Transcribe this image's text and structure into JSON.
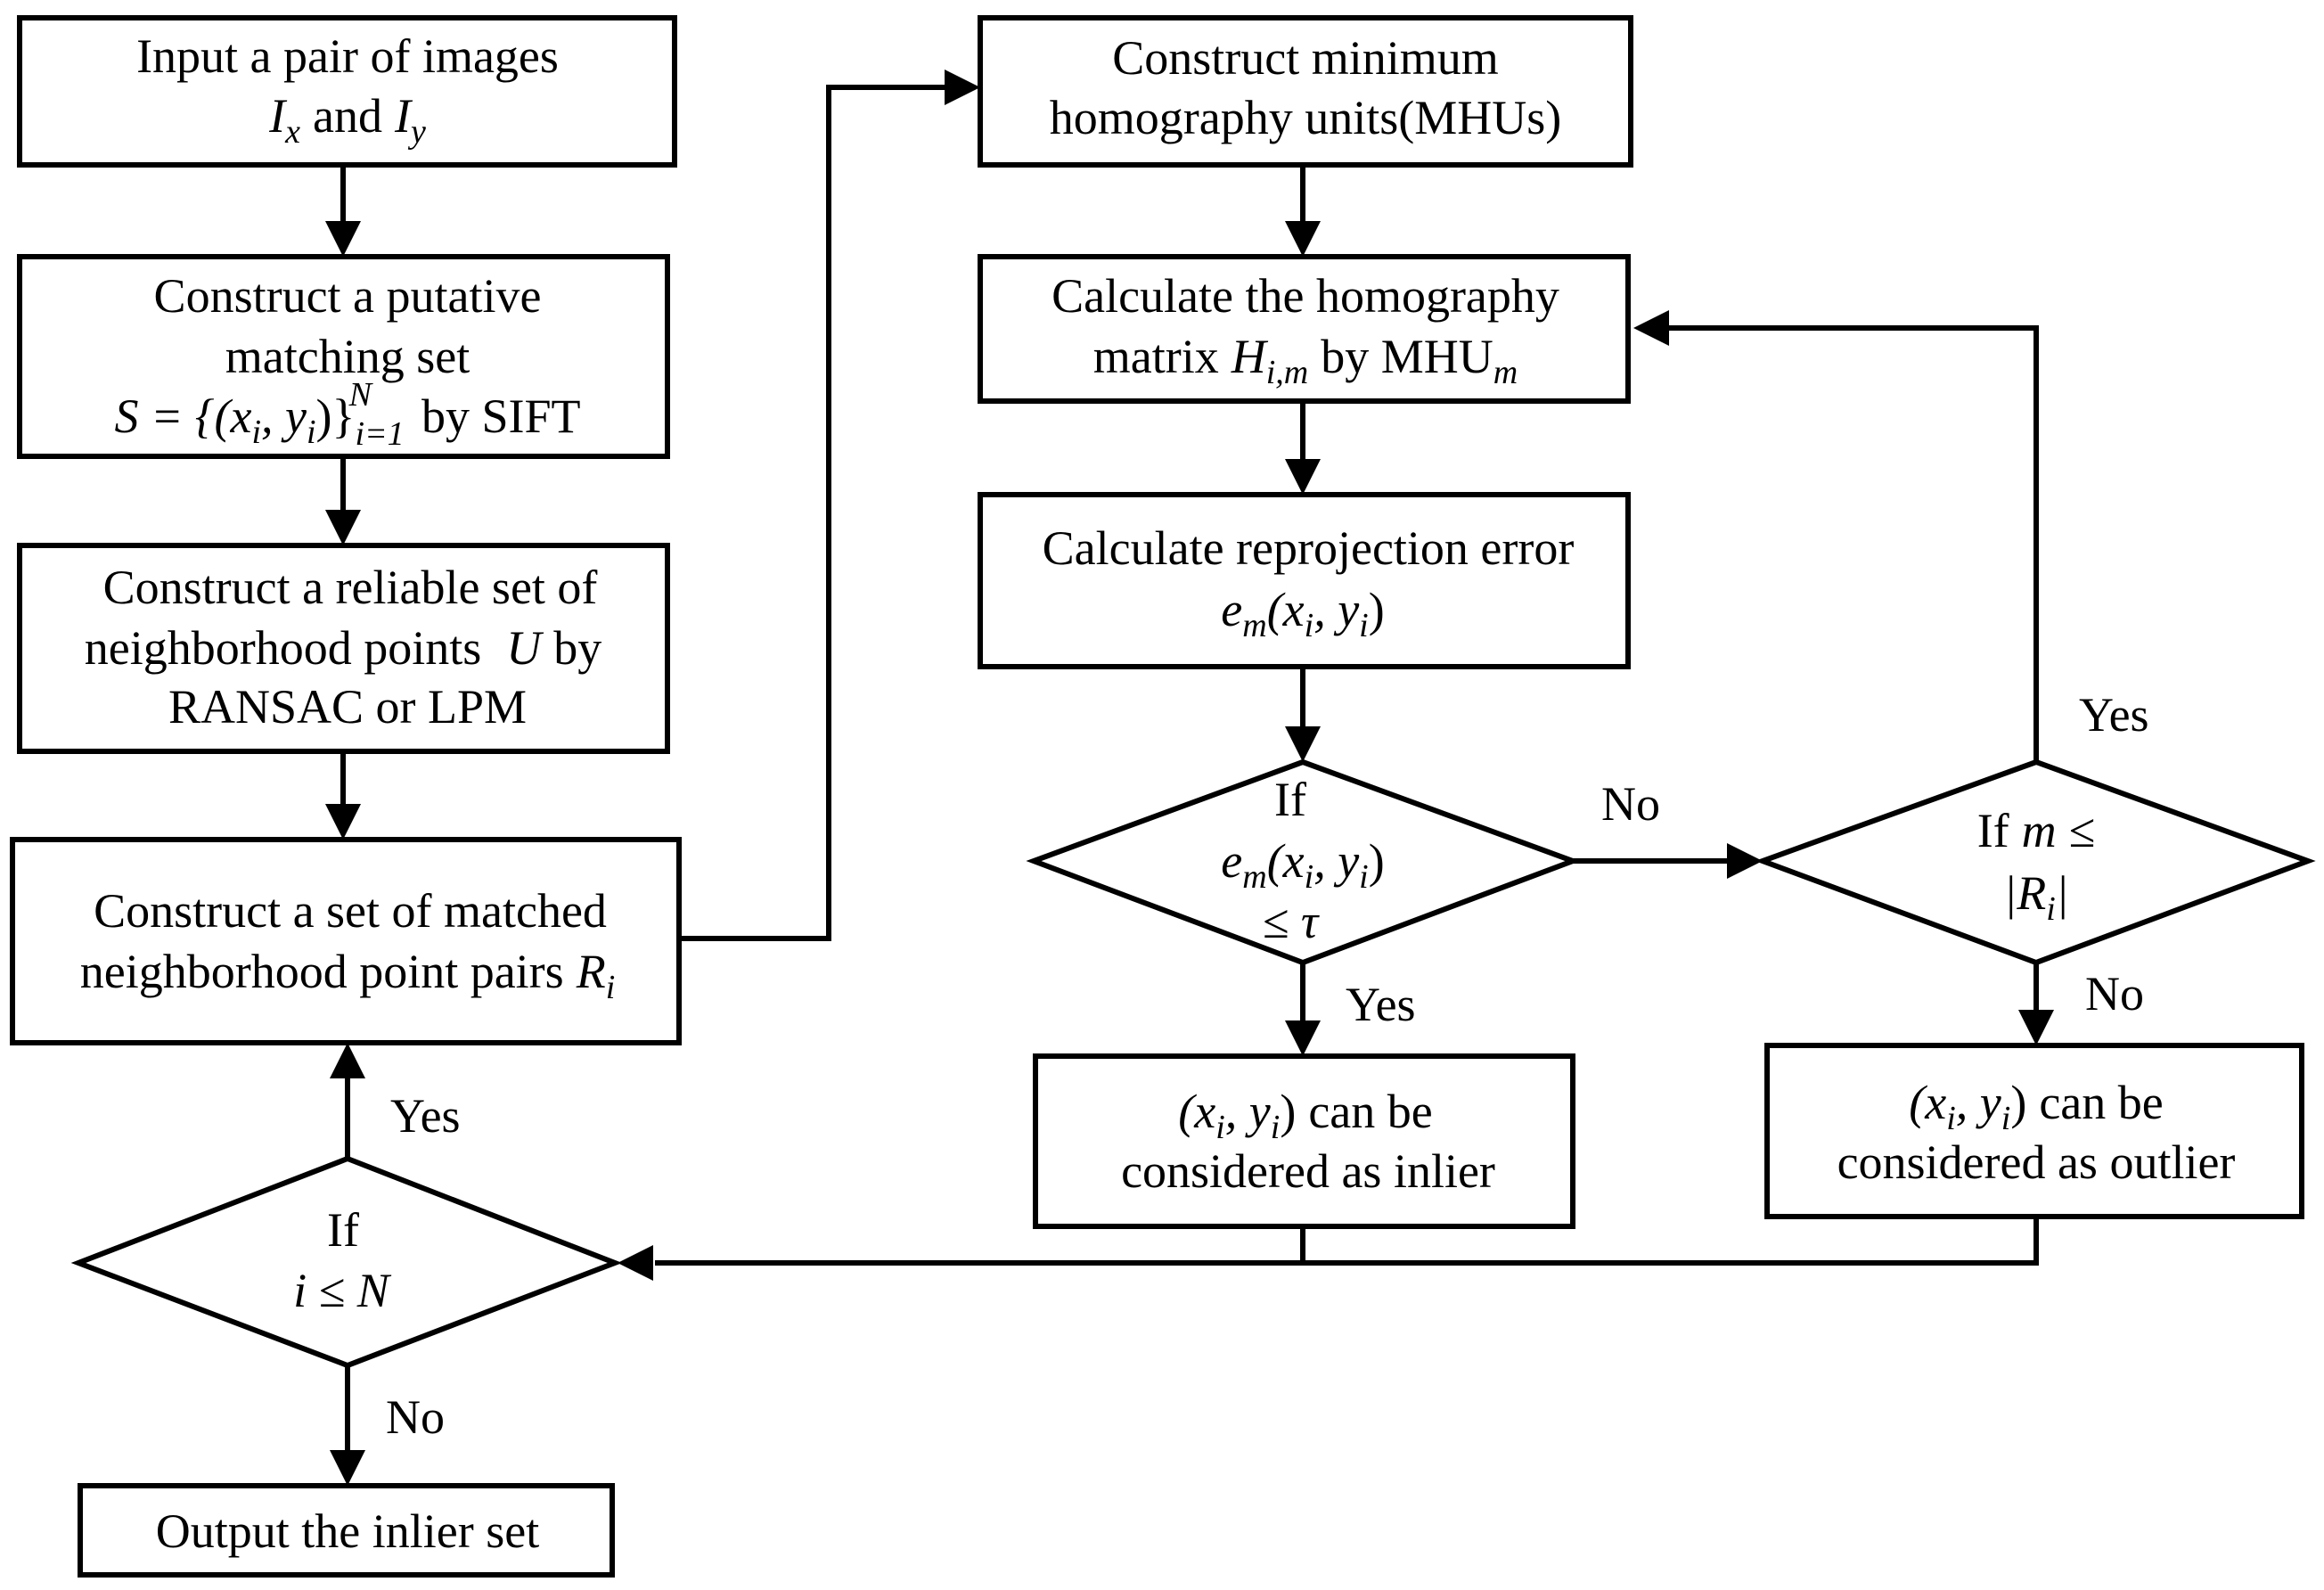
{
  "nodes": {
    "input": {
      "line1": "Input a pair of images",
      "ix": "I",
      "ix_sub": "x",
      "and": "and",
      "iy": "I",
      "iy_sub": "y"
    },
    "putative": {
      "line1": "Construct a putative",
      "line2": "matching set",
      "s_eq": "S = {(x",
      "i": "i",
      "comma_y": ", y",
      "i2": "i",
      "close": ")}",
      "sub": "i=1",
      "sup": "N",
      "tail": "by SIFT"
    },
    "reliable": {
      "line1": "Construct a reliable set of",
      "line2a": "neighborhood points",
      "u": "U",
      "line2b": "by",
      "line3": "RANSAC or LPM"
    },
    "matched": {
      "line1": "Construct a set of matched",
      "line2": "neighborhood point pairs",
      "r": "R",
      "r_sub": "i"
    },
    "if_n": {
      "line1": "If",
      "line2": "i  ≤ N"
    },
    "output": {
      "line1": "Output the inlier set"
    },
    "mhu": {
      "line1": "Construct minimum",
      "line2": "homography units(MHUs)"
    },
    "calc_h": {
      "line1": "Calculate the  homography",
      "line2a": "matrix",
      "h": "H",
      "h_sub": "i,m",
      "line2b": "by MHU",
      "m_sub": "m"
    },
    "calc_e": {
      "line1": "Calculate reprojection error",
      "e": "e",
      "e_sub": "m",
      "args": "(x",
      "i": "i",
      "comma_y": ", y",
      "i2": "i",
      "close": ")"
    },
    "if_e": {
      "line1": "If",
      "e": "e",
      "e_sub": "m",
      "args": "(x",
      "i": "i",
      "comma_y": ", y",
      "i2": "i",
      "close": ")",
      "line3": "≤  τ"
    },
    "if_m": {
      "line1a": "If",
      "m": "m",
      "le": "≤",
      "line2": "|R",
      "r_sub": "i",
      "line2b": "|"
    },
    "inlier": {
      "args": "(x",
      "i": "i",
      "comma_y": ", y",
      "i2": "i",
      "close": ")",
      "line1b": "can be",
      "line2": "considered as inlier"
    },
    "outlier": {
      "args": "(x",
      "i": "i",
      "comma_y": ", y",
      "i2": "i",
      "close": ")",
      "line1b": "can be",
      "line2": "considered as outlier"
    }
  },
  "edge_labels": {
    "yes_to_matched": "Yes",
    "no_to_output": "No",
    "no_e_to_m": "No",
    "yes_e_to_inlier": "Yes",
    "yes_m_to_calc": "Yes",
    "no_m_to_outlier": "No"
  }
}
